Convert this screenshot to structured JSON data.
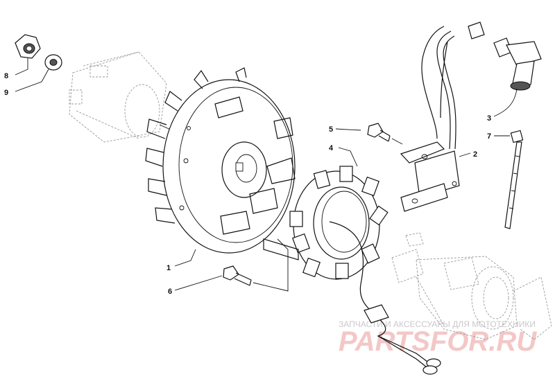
{
  "callouts": {
    "c1": "1",
    "c2": "2",
    "c3": "3",
    "c4": "4",
    "c5": "5",
    "c6": "6",
    "c7": "7",
    "c8": "8",
    "c9": "9"
  },
  "watermark": {
    "tagline": "ЗАПЧАСТИ И АКСЕССУАРЫ ДЛЯ МОТОТЕХНИКИ",
    "site": "PARTSFOR.RU"
  },
  "colors": {
    "line": "#111111",
    "ghost": "#999999",
    "watermark_text": "#c9c9c9",
    "watermark_logo": "#f4c7c7"
  }
}
